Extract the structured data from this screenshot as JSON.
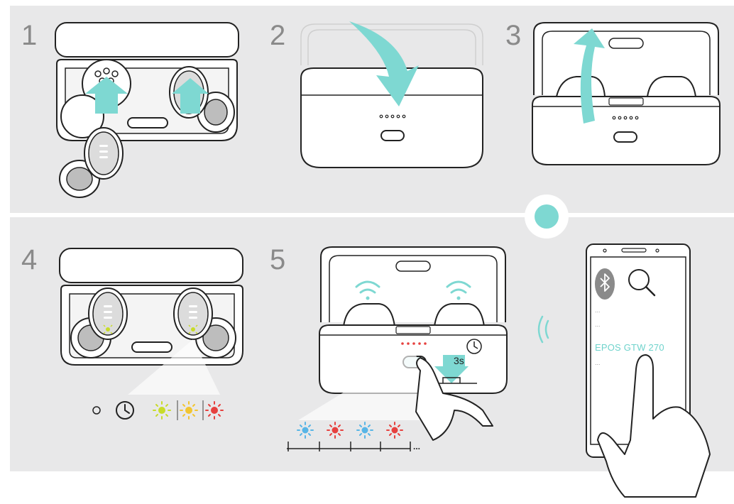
{
  "steps": {
    "s1": "1",
    "s2": "2",
    "s3": "3",
    "s4": "4",
    "s5": "5"
  },
  "phone": {
    "device_name": "EPOS GTW 270",
    "placeholder_1": "...",
    "placeholder_2": "...",
    "placeholder_3": "..."
  },
  "press_duration": "3s",
  "timeline_ellipsis": "...",
  "colors": {
    "accent": "#7ed8d2",
    "panel": "#e8e8e9",
    "led_green": "#c8dc2a",
    "led_yellow": "#f2c531",
    "led_red": "#e6413f",
    "led_blue": "#58b5e6",
    "line": "#222222"
  },
  "icons": {
    "bluetooth": "bluetooth-icon",
    "search": "search-icon",
    "clock": "clock-icon",
    "signal": "wireless-signal-icon"
  }
}
